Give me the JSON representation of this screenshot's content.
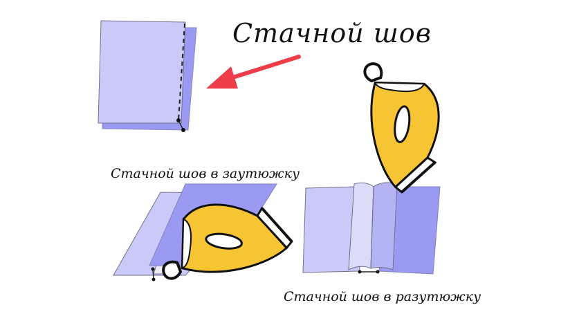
{
  "labels": {
    "title": "Стачной шов",
    "press_closed": "Стачной шов в заутюжку",
    "press_open": "Стачной шов в разутюжку"
  },
  "colors": {
    "fabric_light": "#cacaf8",
    "fabric_dark": "#9a9af2",
    "outline": "#6f6f8c",
    "arrow": "#ee3d4a",
    "iron_yellow": "#f7c534",
    "iron_outline": "#111111",
    "background": "#ffffff"
  },
  "icons": {
    "iron_closed": "iron-icon",
    "iron_open": "iron-icon",
    "arrow": "arrow-icon"
  }
}
